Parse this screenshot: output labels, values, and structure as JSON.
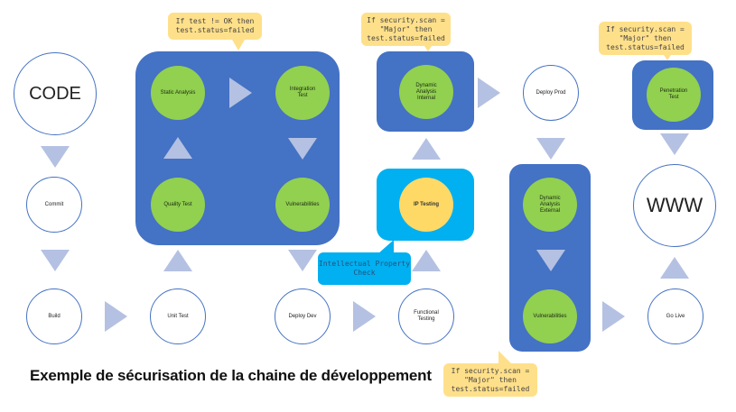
{
  "caption": "Exemple de sécurisation de la chaine de développement",
  "colors": {
    "stage_box": "#4472c4",
    "security_step": "#92d050",
    "ip_box": "#00b0f0",
    "ip_step": "#ffd966",
    "arrow": "#b4c1e2",
    "callout": "#ffe08a",
    "outline": "#4472c4"
  },
  "nodes": {
    "code": "CODE",
    "commit": "Commit",
    "build": "Build",
    "unit_test": "Unit Test",
    "static_analysis": "Static Analysis",
    "integration_test": "Integration\nTest",
    "quality_test": "Quality Test",
    "vulnerabilities_1": "Vulnerabilities",
    "deploy_dev": "Deploy Dev",
    "functional_testing": "Functional\nTesting",
    "ip_testing": "IP Testing",
    "dynamic_analysis_internal": "Dynamic\nAnalysis\nInternal",
    "deploy_prod": "Deploy Prod",
    "dynamic_analysis_external": "Dynamic\nAnalysis\nExternal",
    "vulnerabilities_2": "Vulnerabilities",
    "go_live": "Go Live",
    "penetration_test": "Penetration\nTest",
    "www": "WWW"
  },
  "callouts": {
    "test_rule": "If test != OK then\ntest.status=failed",
    "security_internal": "If security.scan =\n\"Major\" then\ntest.status=failed",
    "security_pentest": "If security.scan =\n\"Major\" then\ntest.status=failed",
    "security_external": "If security.scan =\n\"Major\" then\ntest.status=failed",
    "ip_check": "Intellectual Property\nCheck"
  }
}
